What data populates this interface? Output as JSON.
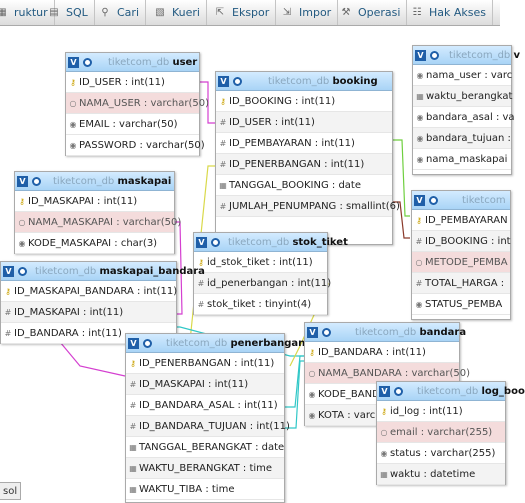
{
  "topbar": {
    "tabs": [
      {
        "label": "ruktur",
        "icon": "table-icon"
      },
      {
        "label": "SQL",
        "icon": "sql-icon"
      },
      {
        "label": "Cari",
        "icon": "search-icon"
      },
      {
        "label": "Kueri",
        "icon": "query-icon"
      },
      {
        "label": "Ekspor",
        "icon": "export-icon"
      },
      {
        "label": "Impor",
        "icon": "import-icon"
      },
      {
        "label": "Operasi",
        "icon": "wrench-icon"
      },
      {
        "label": "Hak Akses",
        "icon": "users-icon"
      }
    ]
  },
  "colors": {
    "header_start": "#d3ebff",
    "header_end": "#a9d4f6",
    "highlight_row": "#f4dcdc",
    "link_pink": "#d43fd0",
    "link_green": "#6fcf3f",
    "link_cyan": "#30c7c7",
    "link_yellow": "#d9d94a",
    "link_brown": "#8a3a2a"
  },
  "tables": [
    {
      "id": "user",
      "db": "tiketcom_db",
      "name": "user",
      "rows": [
        "ID_USER : int(11)",
        "NAMA_USER : varchar(50)",
        "EMAIL : varchar(50)",
        "PASSWORD : varchar(50)"
      ]
    },
    {
      "id": "booking",
      "db": "tiketcom_db",
      "name": "booking",
      "rows": [
        "ID_BOOKING : int(11)",
        "ID_USER : int(11)",
        "ID_PEMBAYARAN : int(11)",
        "ID_PENERBANGAN : int(11)",
        "TANGGAL_BOOKING : date",
        "JUMLAH_PENUMPANG : smallint(6)"
      ]
    },
    {
      "id": "view",
      "db": "tiketcom_db",
      "name": "v",
      "rows": [
        "nama_user : varc",
        "waktu_berangkat",
        "bandara_asal : va",
        "bandara_tujuan :",
        "nama_maskapai"
      ]
    },
    {
      "id": "maskapai",
      "db": "tiketcom_db",
      "name": "maskapai",
      "rows": [
        "ID_MASKAPAI : int(11)",
        "NAMA_MASKAPAI : varchar(50)",
        "KODE_MASKAPAI : char(3)"
      ]
    },
    {
      "id": "pembayaran",
      "db": "tiketcom",
      "name": "",
      "rows": [
        "ID_PEMBAYARAN",
        "ID_BOOKING : int",
        "METODE_PEMBA",
        "TOTAL_HARGA :",
        "STATUS_PEMBA"
      ]
    },
    {
      "id": "stok_tiket",
      "db": "tiketcom_db",
      "name": "stok_tiket",
      "rows": [
        "id_stok_tiket : int(11)",
        "id_penerbangan : int(11)",
        "stok_tiket : tinyint(4)"
      ]
    },
    {
      "id": "maskapai_bandara",
      "db": "tiketcom_db",
      "name": "maskapai_bandara",
      "rows": [
        "ID_MASKAPAI_BANDARA : int(11)",
        "ID_MASKAPAI : int(11)",
        "ID_BANDARA : int(11)"
      ]
    },
    {
      "id": "penerbangan",
      "db": "tiketcom_db",
      "name": "penerbangan",
      "rows": [
        "ID_PENERBANGAN : int(11)",
        "ID_MASKAPAI : int(11)",
        "ID_BANDARA_ASAL : int(11)",
        "ID_BANDARA_TUJUAN : int(11)",
        "TANGGAL_BERANGKAT : date",
        "WAKTU_BERANGKAT : time",
        "WAKTU_TIBA : time"
      ]
    },
    {
      "id": "bandara",
      "db": "tiketcom_db",
      "name": "bandara",
      "rows": [
        "ID_BANDARA : int(11)",
        "NAMA_BANDARA : varchar(50)",
        "KODE_BAND",
        "KOTA : varcha"
      ]
    },
    {
      "id": "log_booking",
      "db": "tiketcom_db",
      "name": "log_boo",
      "rows": [
        "id_log : int(11)",
        "email : varchar(255)",
        "status : varchar(255)",
        "waktu : datetime"
      ]
    }
  ],
  "statusbar": {
    "text": "sol"
  }
}
